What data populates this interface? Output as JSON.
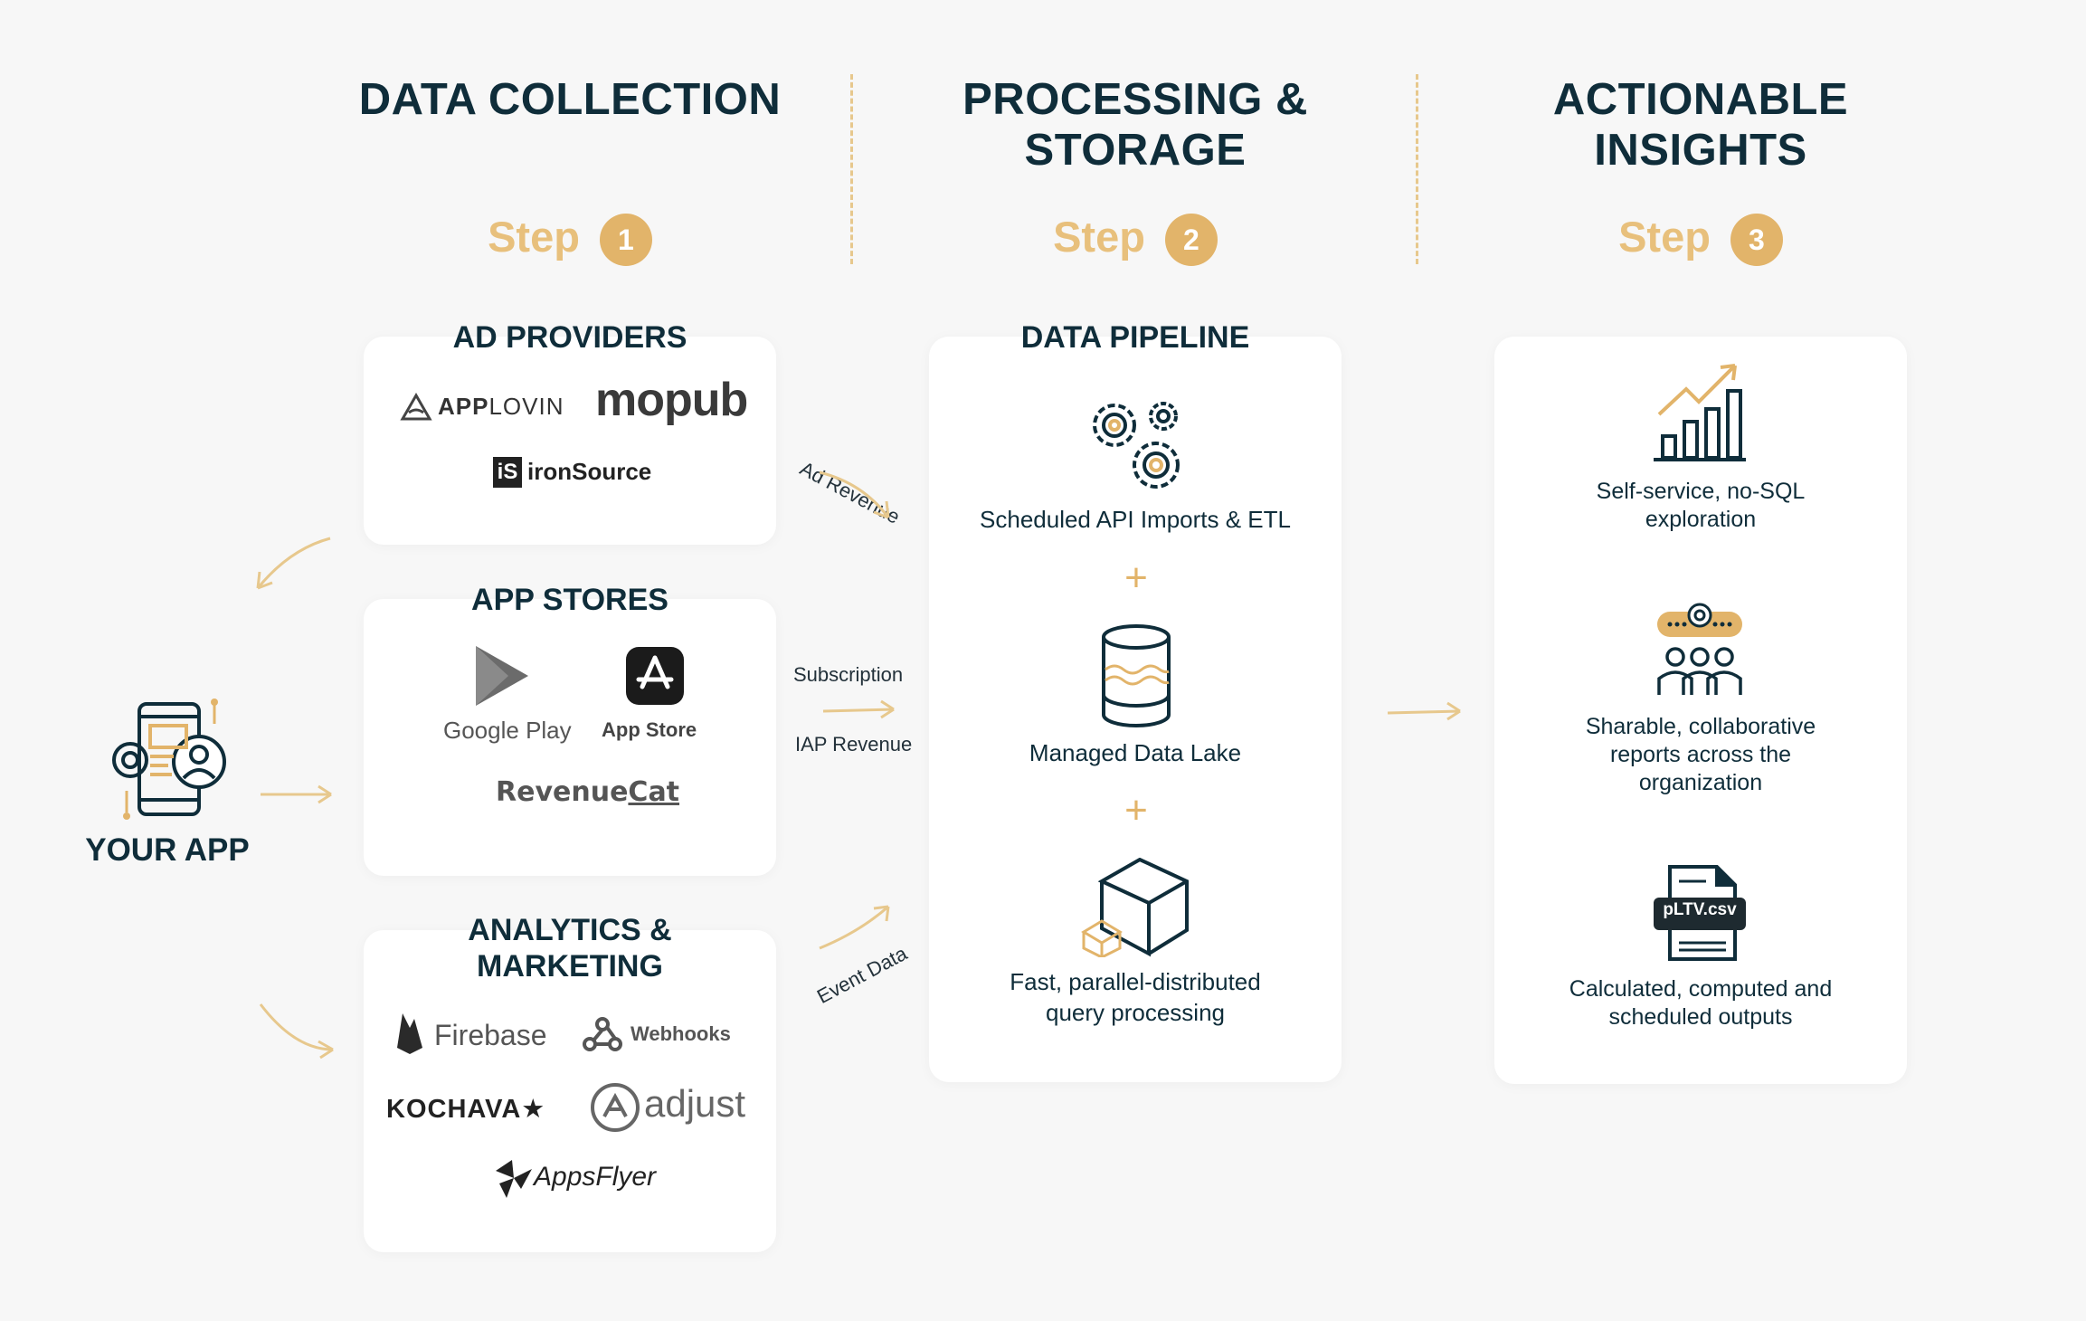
{
  "columns": [
    {
      "title_line1": "DATA COLLECTION",
      "title_line2": "",
      "step_label": "Step",
      "step_number": "1"
    },
    {
      "title_line1": "PROCESSING &",
      "title_line2": "STORAGE",
      "step_label": "Step",
      "step_number": "2"
    },
    {
      "title_line1": "ACTIONABLE",
      "title_line2": "INSIGHTS",
      "step_label": "Step",
      "step_number": "3"
    }
  ],
  "your_app": {
    "label": "YOUR APP",
    "icon": "mobile-app-user-icon"
  },
  "ad_providers": {
    "title": "AD PROVIDERS",
    "logos": {
      "applovin_a": "APP",
      "applovin_b": "LOVIN",
      "mopub": "mopub",
      "ironsource": "ironSource"
    }
  },
  "app_stores": {
    "title": "APP STORES",
    "logos": {
      "google_play": "Google Play",
      "app_store": "App Store",
      "revenuecat_a": "Revenue",
      "revenuecat_b": "Cat"
    }
  },
  "analytics": {
    "title_line1": "ANALYTICS &",
    "title_line2": "MARKETING",
    "logos": {
      "firebase": "Firebase",
      "webhooks": "Webhooks",
      "kochava": "KOCHAVA★",
      "adjust": "adjust",
      "appsflyer": "AppsFlyer"
    }
  },
  "flows": {
    "ad_revenue": "Ad Revenue",
    "subscription": "Subscription",
    "iap_revenue": "IAP Revenue",
    "event_data": "Event Data"
  },
  "pipeline": {
    "title": "DATA PIPELINE",
    "items": [
      {
        "caption": "Scheduled API Imports & ETL",
        "icon": "gears-icon"
      },
      {
        "caption": "Managed Data Lake",
        "icon": "database-icon"
      },
      {
        "caption_line1": "Fast, parallel-distributed",
        "caption_line2": "query processing",
        "icon": "cube-icon"
      }
    ],
    "plus": "+"
  },
  "insights": {
    "items": [
      {
        "caption_line1": "Self-service, no-SQL",
        "caption_line2": "exploration",
        "icon": "bar-chart-icon"
      },
      {
        "caption_line1": "Sharable, collaborative",
        "caption_line2": "reports across the",
        "caption_line3": "organization",
        "icon": "team-icon"
      },
      {
        "caption_line1": "Calculated, computed and",
        "caption_line2": "scheduled outputs",
        "icon": "csv-file-icon",
        "file_label": "pLTV.csv"
      }
    ]
  },
  "colors": {
    "navy": "#0f2d3a",
    "gold": "#e2b46a",
    "background": "#f7f7f7",
    "card": "#ffffff"
  }
}
